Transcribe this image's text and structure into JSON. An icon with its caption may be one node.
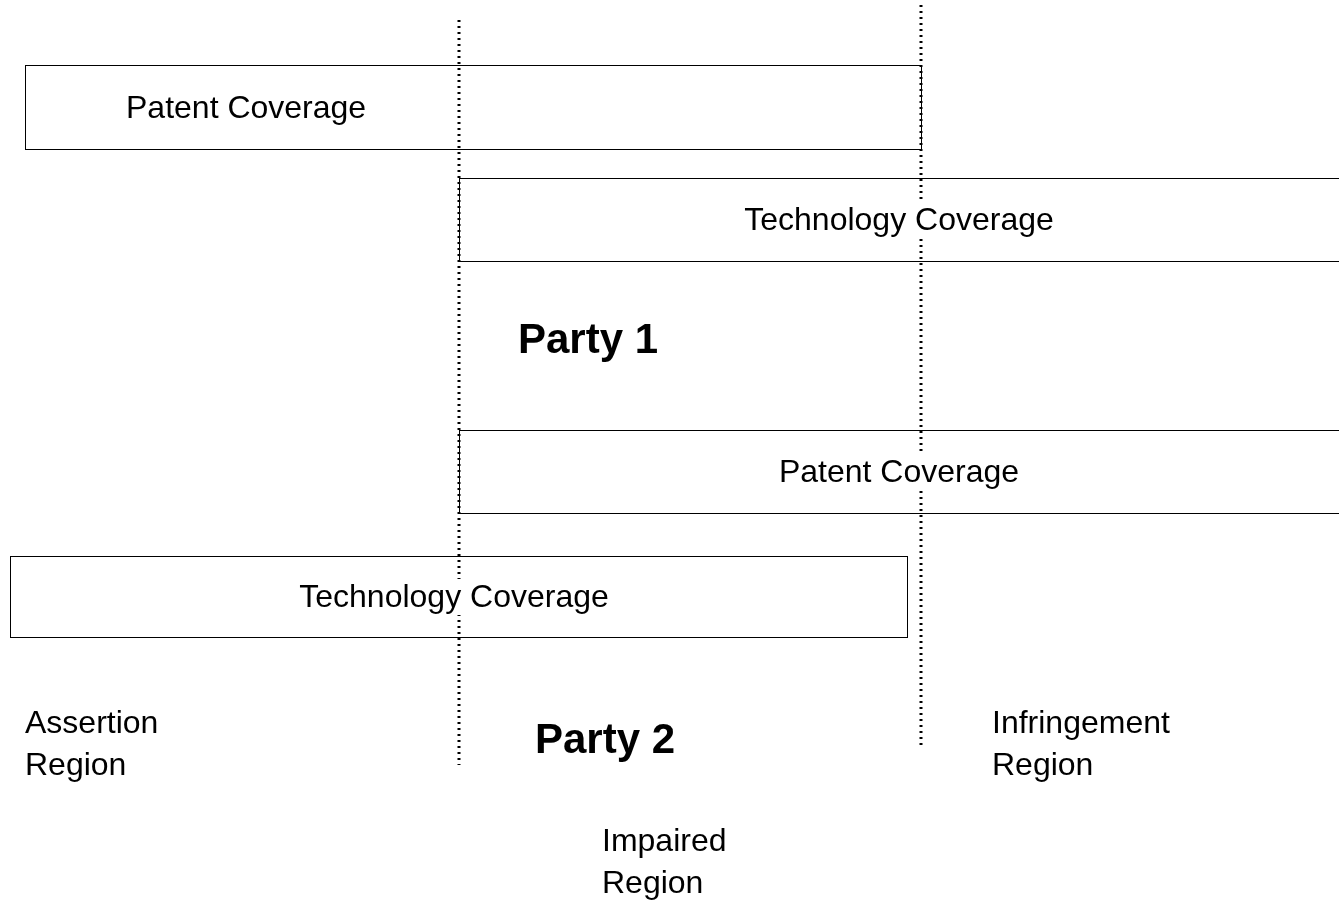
{
  "diagram": {
    "nodes": [
      {
        "text": [
          "Patent Coverage"
        ]
      },
      {
        "text": [
          "Technology Coverage"
        ]
      },
      {
        "text": [
          "Patent Coverage"
        ]
      },
      {
        "text": [
          "Technology Coverage"
        ]
      }
    ],
    "labels": [
      "Party 1",
      "Assertion Region",
      "Party 2",
      "Infringement Region",
      "Impaired Region"
    ]
  }
}
